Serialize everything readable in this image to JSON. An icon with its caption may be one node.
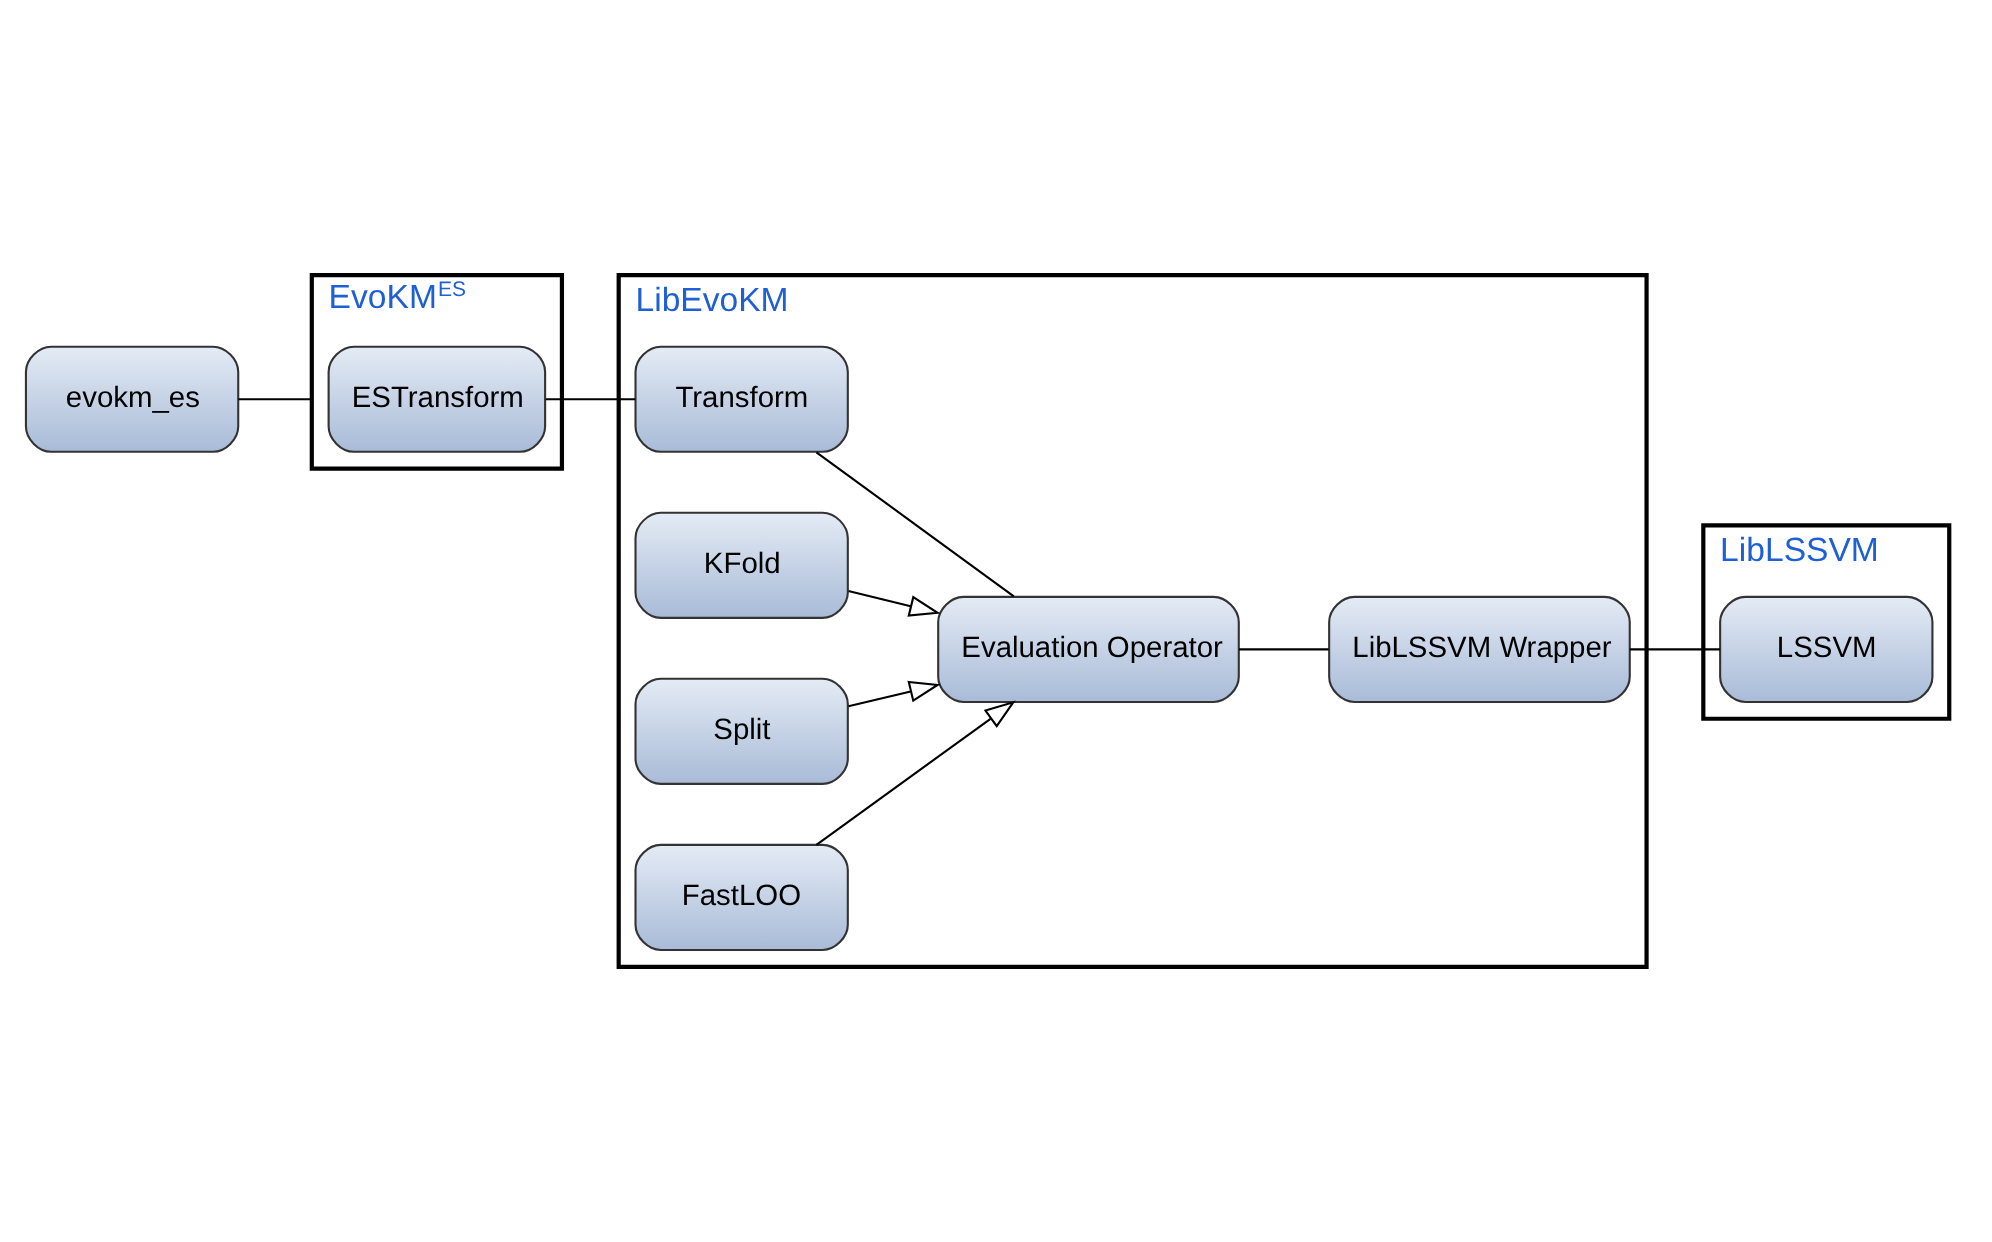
{
  "diagram": {
    "nodes": [
      {
        "text": [
          "evokm_es"
        ]
      },
      {
        "text": [
          "EvoKM$^{ES}$"
        ]
      },
      {
        "text": [
          "ESTransform"
        ],
        "in": 1
      },
      {
        "text": [
          "LibEvoKM"
        ]
      },
      {
        "text": [
          "Transform"
        ],
        "in": 3
      },
      {
        "text": [
          "LibLSSVM Wrapper"
        ],
        "in": 3
      },
      {
        "text": [
          "Evaluation Operator"
        ],
        "in": 3
      },
      {
        "text": [
          "KFold"
        ],
        "in": 3
      },
      {
        "text": [
          "Split"
        ],
        "in": 3
      },
      {
        "text": [
          "FastLOO"
        ],
        "in": 3
      },
      {
        "text": [
          "LibLSSVM"
        ]
      },
      {
        "text": [
          "LSSVM"
        ],
        "in": 10
      }
    ],
    "edges": [
      {
        "from": 0,
        "to": 1,
        "arrow": "none"
      },
      {
        "from": 2,
        "to": 4,
        "arrow": "none"
      },
      {
        "from": 5,
        "to": 11,
        "arrow": "none"
      },
      {
        "from": 4,
        "to": 6,
        "arrow": "none"
      },
      {
        "from": 6,
        "to": 5,
        "arrow": "none"
      },
      {
        "from": 8,
        "to": 6,
        "arrow": "to"
      },
      {
        "from": 9,
        "to": 6,
        "arrow": "to"
      },
      {
        "from": 7,
        "to": 6,
        "arrow": "to"
      }
    ]
  }
}
